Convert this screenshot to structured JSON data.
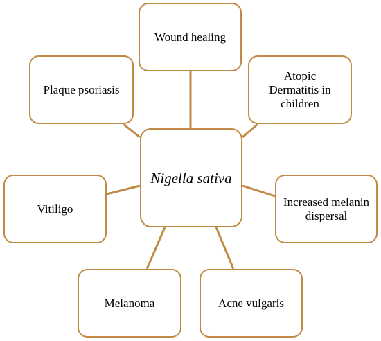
{
  "diagram": {
    "center": {
      "label": "Nigella sativa"
    },
    "nodes": {
      "wound_healing": "Wound healing",
      "plaque_psoriasis": "Plaque psoriasis",
      "atopic_dermatitis": "Atopic Dermatitis in children",
      "vitiligo": "Vitiligo",
      "melanin_dispersal": "Increased melanin dispersal",
      "melanoma": "Melanoma",
      "acne_vulgaris": "Acne vulgaris"
    },
    "colors": {
      "border": "#c08a45",
      "text": "#000000",
      "background": "#ffffff"
    }
  }
}
